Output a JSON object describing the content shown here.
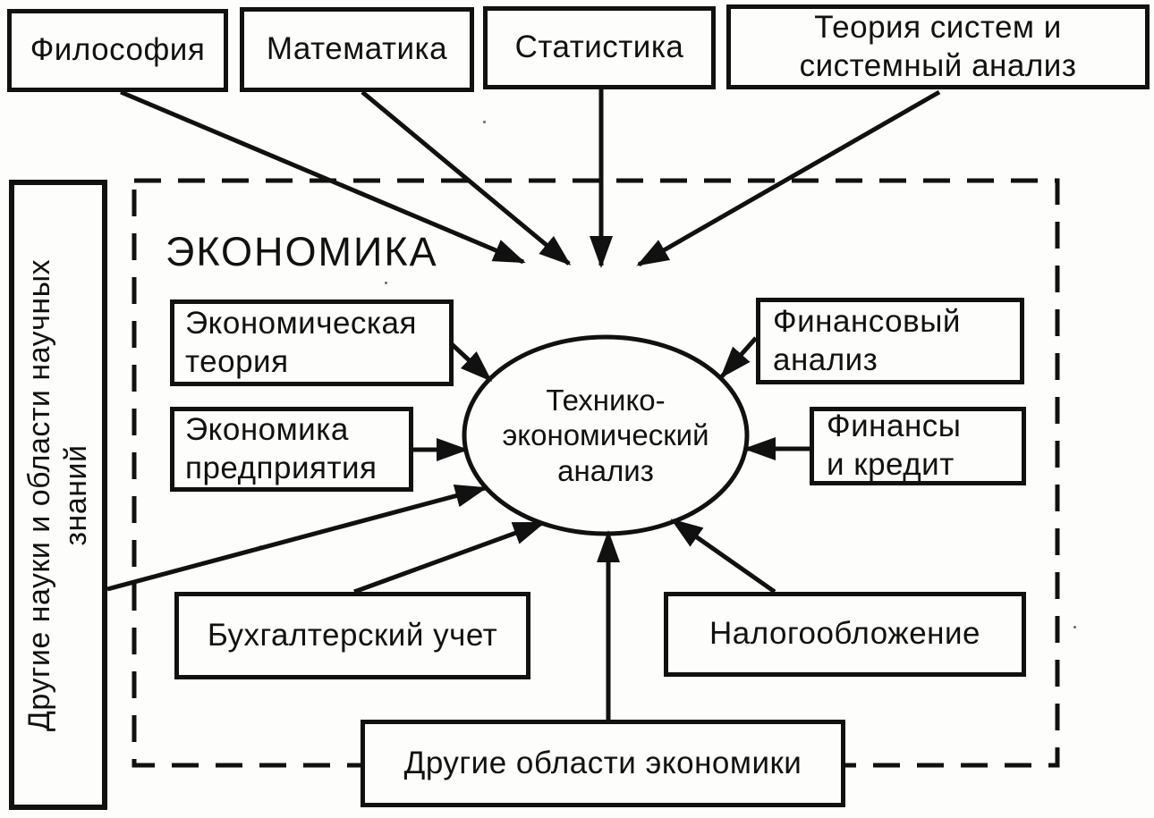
{
  "diagram": {
    "region_label": "ЭКОНОМИКА",
    "center_node": {
      "lines": [
        "Технико-",
        "экономический",
        "анализ"
      ]
    },
    "external_nodes": {
      "philosophy": {
        "label": "Философия"
      },
      "mathematics": {
        "label": "Математика"
      },
      "statistics": {
        "label": "Статистика"
      },
      "systems_theory": {
        "lines": [
          "Теория систем и",
          "системный анализ"
        ]
      },
      "other_sciences": {
        "lines": [
          "Другие науки и области научных",
          "знаний"
        ]
      }
    },
    "inner_nodes": {
      "economic_theory": {
        "lines": [
          "Экономическая",
          "теория"
        ]
      },
      "enterprise_economics": {
        "lines": [
          "Экономика",
          "предприятия"
        ]
      },
      "financial_analysis": {
        "lines": [
          "Финансовый",
          "анализ"
        ]
      },
      "finance_and_credit": {
        "lines": [
          "Финансы",
          "и кредит"
        ]
      },
      "accounting": {
        "label": "Бухгалтерский учет"
      },
      "taxation": {
        "label": "Налогообложение"
      },
      "other_economic_areas": {
        "label": "Другие области экономики"
      }
    },
    "colors": {
      "ink": "#111111",
      "background": "#fdfdfb"
    }
  }
}
